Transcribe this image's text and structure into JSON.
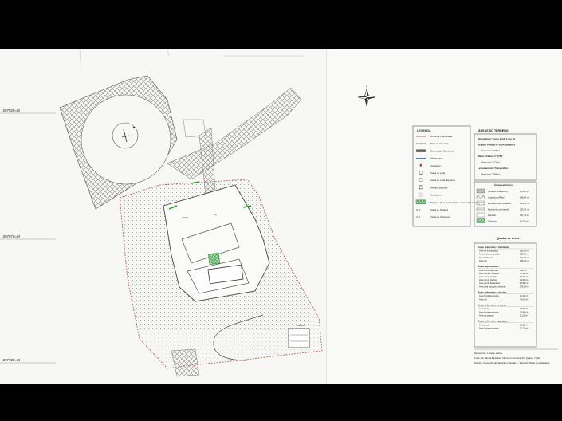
{
  "left_sheet": {
    "coord_labels": [
      "-207920=M",
      "-207870=M",
      "-207720=M"
    ]
  },
  "right_sheet": {
    "legend_title": "LEGENDA",
    "legend_items": [
      "Limite da Propriedade",
      "Muro de alvenaria",
      "Construções Existentes",
      "Valeta água",
      "Candeeiro",
      "Caixa de visita",
      "Caixa de visita (Esgotos)",
      "Armário Eléctrico",
      "Sumidouro",
      "Polígono (área implantação) / construção de propostas",
      "Caixa de Saldeira",
      "Caixa de Cobertura"
    ],
    "areas_title": "ÁREAS DO TERRENO",
    "areas_block": [
      "Abreviatura \"Curro Azul\" Lote 49",
      "Registo Predial nº 4534/19980814",
      "Área total 1.177 m²",
      "Matriz Urbana nº 6754",
      "Área total 1.177 m²",
      "Levantamento Topográfico",
      "Área total 1.168 m²"
    ],
    "exterior_title": "Áreas exteriores",
    "exterior_rows": [
      {
        "label": "Terraços (Lavadoiro)",
        "value": "19,00 m²"
      },
      {
        "label": "Logradouro/Pátio",
        "value": "188,84 m²"
      },
      {
        "label": "Enrelvamento em saibro",
        "value": "595,21 m²"
      },
      {
        "label": "Pavimento permeável",
        "value": "335,32 m²"
      },
      {
        "label": "Relvado",
        "value": "127,11 m²"
      },
      {
        "label": "Canteiros",
        "value": "33,00 m²"
      }
    ],
    "quadro_title": "Quadro de áreas",
    "sections": [
      {
        "heading": "Áreas referentes à habitação",
        "rows": [
          {
            "label": "Área de Implantação",
            "value": "195,60 m²"
          },
          {
            "label": "Área bruta construção",
            "value": "162,33 m²"
          },
          {
            "label": "Área habitável",
            "value": "161,10 m²"
          },
          {
            "label": "Área útil",
            "value": "126,70 m²"
          }
        ]
      },
      {
        "heading": "Áreas dependentes",
        "rows": [
          {
            "label": "Área útil do alpendre",
            "value": "3,80 m²"
          },
          {
            "label": "Área útil dos Terraços",
            "value": "74,94 m²"
          },
          {
            "label": "Área útil da pérgula",
            "value": "61,20 m²"
          },
          {
            "label": "Área útil da piscina",
            "value": "15,06 m²"
          },
          {
            "label": "Área útil de lavandaria",
            "value": "23,98 m²"
          },
          {
            "label": "Área total espaços exteriores",
            "value": "175,98 m²"
          }
        ]
      },
      {
        "heading": "Áreas referentes à piscina",
        "rows": [
          {
            "label": "Área bruta da piscina",
            "value": "42,44 m²"
          },
          {
            "label": "Área útil",
            "value": "34,00 m²"
          }
        ]
      },
      {
        "heading": "Áreas referentes ao anexo",
        "rows": [
          {
            "label": "Área bruta",
            "value": "29,53 m²"
          },
          {
            "label": "Área bruta encerrada",
            "value": "28,48 m²"
          },
          {
            "label": "Área da pérgula",
            "value": "11,02 m²"
          }
        ]
      },
      {
        "heading": "Áreas referentes à garagem",
        "rows": [
          {
            "label": "Área bruta",
            "value": "29,58 m²"
          },
          {
            "label": "Área bruta encerrada",
            "value": "31,13 m²"
          }
        ]
      }
    ],
    "footer": {
      "requerente": "Requerente: Luciano Lisboa",
      "local": "Local: Alto Vale da Baúrtelas - Vila Curro Azul, Lote 49 - Quartos, Olhão",
      "projecto": "Projecto: Construção de habitação unifamiliar e - Desenho: Planta de implantação"
    }
  },
  "colors": {
    "paper": "#f7f7f5",
    "line": "#444444",
    "green": "#2e9a3a",
    "background": "#000000"
  }
}
